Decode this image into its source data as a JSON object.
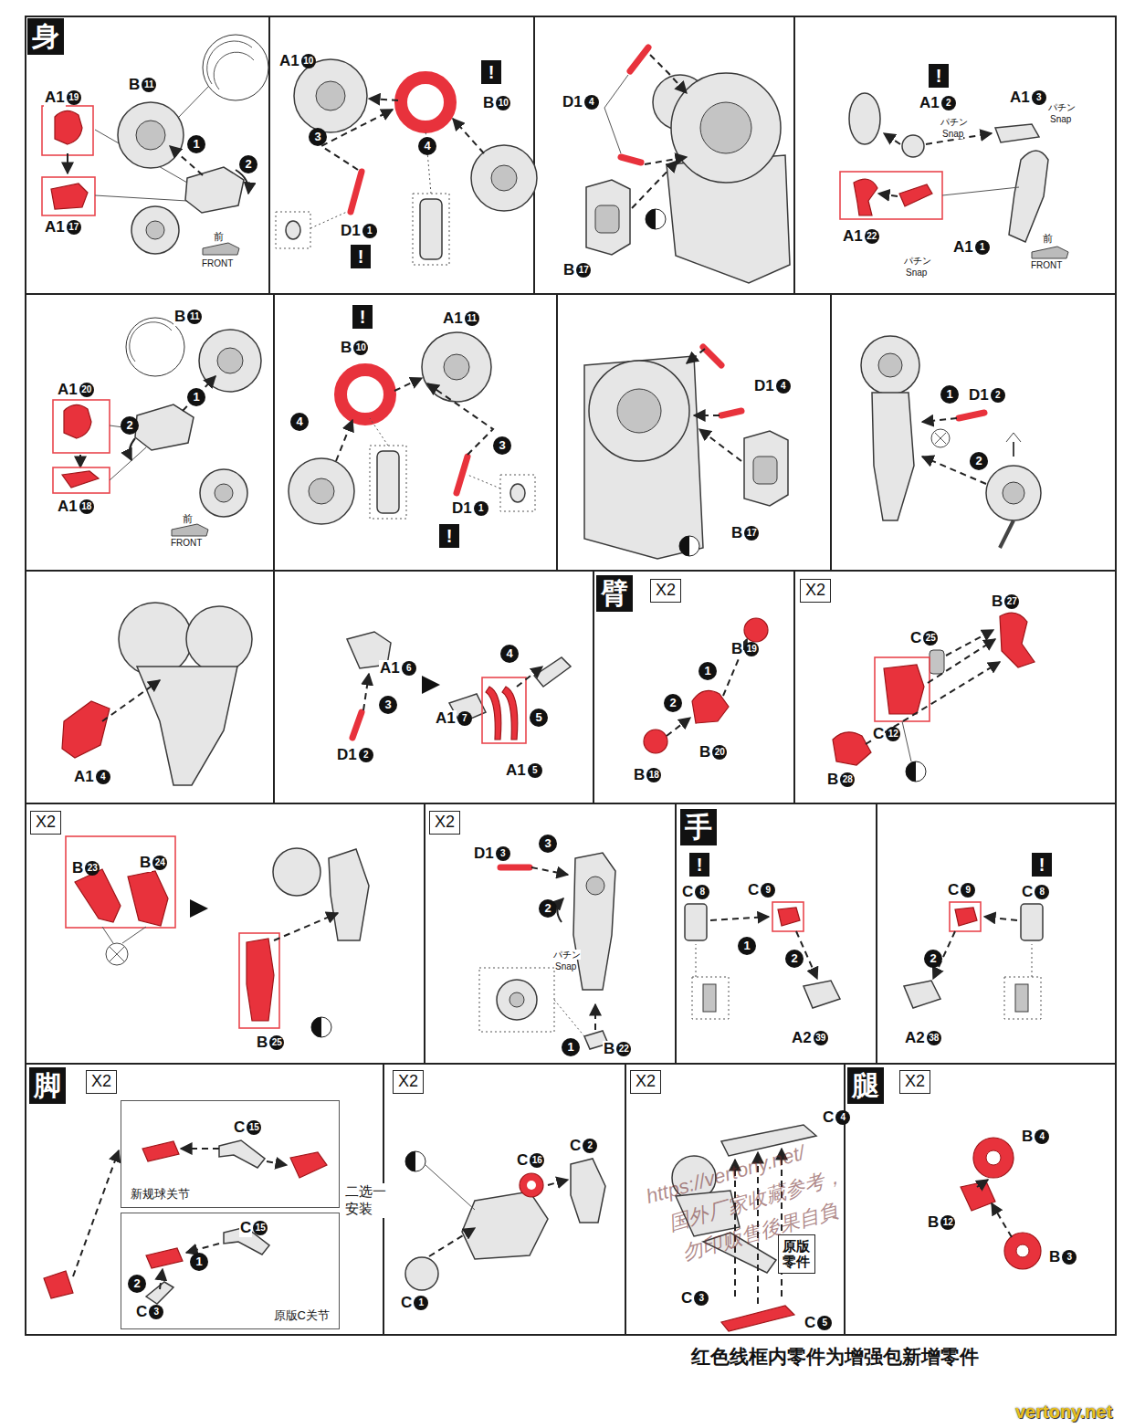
{
  "diagram": {
    "nodes": [
      {
        "text": [
          "身"
        ]
      },
      {
        "text": [
          "!"
        ]
      },
      {
        "text": [
          "!"
        ]
      },
      {
        "text": [
          "!"
        ]
      },
      {
        "text": [
          "!"
        ]
      },
      {
        "text": [
          "!"
        ]
      },
      {
        "text": [
          "臂"
        ]
      },
      {
        "text": [
          "X2"
        ]
      },
      {
        "text": [
          "X2"
        ]
      },
      {
        "text": [
          "X2"
        ]
      },
      {
        "text": [
          "X2"
        ]
      },
      {
        "text": [
          "手"
        ]
      },
      {
        "text": [
          "!"
        ]
      },
      {
        "text": [
          "!"
        ]
      },
      {
        "text": [
          "脚"
        ]
      },
      {
        "text": [
          "X2"
        ]
      },
      {
        "text": [
          "新规球关节"
        ]
      },
      {
        "text": [
          "原版C关节"
        ]
      },
      {
        "text": [
          "X2"
        ]
      },
      {
        "text": [
          "X2"
        ]
      },
      {
        "text": [
          "原版零件"
        ]
      },
      {
        "text": [
          "腿"
        ]
      },
      {
        "text": [
          "X2"
        ]
      }
    ],
    "labels": [
      "A1",
      "19",
      "A1",
      "17",
      "B",
      "11",
      "1",
      "2",
      "前",
      "FRONT",
      "A1",
      "10",
      "B",
      "10",
      "3",
      "4",
      "D1",
      "1",
      "D1",
      "4",
      "B",
      "17",
      "A1",
      "2",
      "A1",
      "3",
      "パチン",
      "Snap",
      "パチン",
      "Snap",
      "A1",
      "22",
      "A1",
      "1",
      "パチン",
      "Snap",
      "前",
      "FRONT",
      "B",
      "11",
      "A1",
      "20",
      "A1",
      "18",
      "1",
      "2",
      "前",
      "FRONT",
      "B",
      "10",
      "A1",
      "11",
      "4",
      "3",
      "D1",
      "1",
      "D1",
      "4",
      "B",
      "17",
      "1",
      "D1",
      "2",
      "2",
      "A1",
      "4",
      "A1",
      "6",
      "3",
      "D1",
      "2",
      "A1",
      "7",
      "4",
      "5",
      "A1",
      "5",
      "B",
      "19",
      "1",
      "2",
      "B",
      "20",
      "B",
      "18",
      "B",
      "27",
      "C",
      "25",
      "C",
      "12",
      "B",
      "28",
      "B",
      "23",
      "B",
      "24",
      "B",
      "25",
      "D1",
      "3",
      "3",
      "2",
      "パチン",
      "Snap",
      "1",
      "B",
      "22",
      "C",
      "8",
      "C",
      "9",
      "1",
      "2",
      "A2",
      "39",
      "C",
      "9",
      "C",
      "8",
      "2",
      "A2",
      "38",
      "C",
      "15",
      "二选一安装",
      "C",
      "15",
      "1",
      "2",
      "C",
      "3",
      "C",
      "16",
      "C",
      "2",
      "C",
      "1",
      "C",
      "4",
      "C",
      "3",
      "C",
      "5",
      "B",
      "4",
      "B",
      "12",
      "B",
      "3",
      "红色线框内零件为增强包新增零件",
      "https://vertony.net/",
      "国外厂家收藏参考，",
      "勿印贩售後果自負",
      "vertony.net"
    ]
  }
}
